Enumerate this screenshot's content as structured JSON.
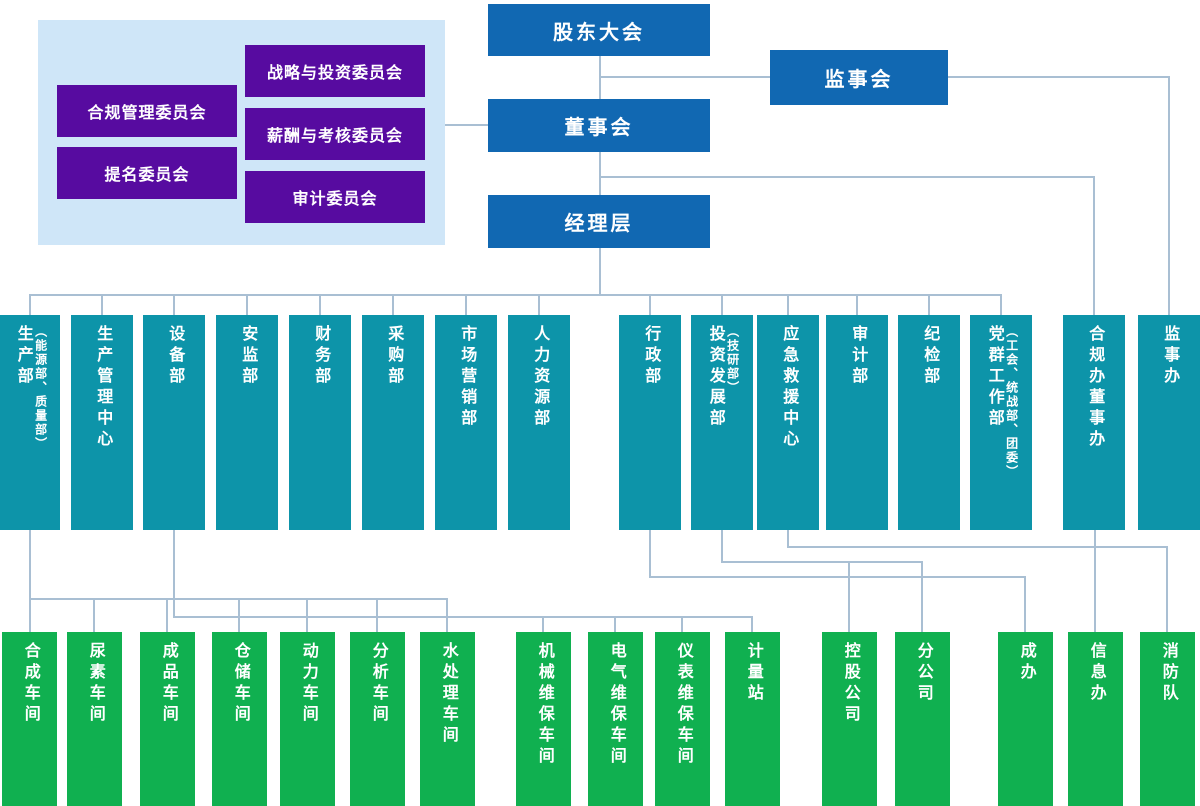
{
  "org": {
    "colors": {
      "blue": "#1168b2",
      "purple": "#570ba0",
      "panel": "#cfe6f8",
      "teal": "#0d94a9",
      "green": "#10b050",
      "line": "#a9bfd3"
    },
    "top": {
      "shareholders": "股东大会",
      "supervisory_board": "监事会",
      "board": "董事会",
      "management": "经理层"
    },
    "committees": [
      {
        "label": "战略与投资委员会"
      },
      {
        "label": "合规管理委员会"
      },
      {
        "label": "薪酬与考核委员会"
      },
      {
        "label": "提名委员会"
      },
      {
        "label": "审计委员会"
      }
    ],
    "departments": [
      {
        "label": "生产部",
        "sub": "（能源部、质量部）"
      },
      {
        "label": "生产管理中心"
      },
      {
        "label": "设备部"
      },
      {
        "label": "安监部"
      },
      {
        "label": "财务部"
      },
      {
        "label": "采购部"
      },
      {
        "label": "市场营销部"
      },
      {
        "label": "人力资源部"
      },
      {
        "label": "行政部"
      },
      {
        "label": "投资发展部",
        "sub": "（技研部）"
      },
      {
        "label": "应急救援中心"
      },
      {
        "label": "审计部"
      },
      {
        "label": "纪检部"
      },
      {
        "label": "党群工作部",
        "sub": "（工会、统战部、团委）"
      },
      {
        "label": "合规办董事办"
      },
      {
        "label": "监事办"
      }
    ],
    "units": [
      {
        "label": "合成车间"
      },
      {
        "label": "尿素车间"
      },
      {
        "label": "成品车间"
      },
      {
        "label": "仓储车间"
      },
      {
        "label": "动力车间"
      },
      {
        "label": "分析车间"
      },
      {
        "label": "水处理车间"
      },
      {
        "label": "机械维保车间"
      },
      {
        "label": "电气维保车间"
      },
      {
        "label": "仪表维保车间"
      },
      {
        "label": "计量站"
      },
      {
        "label": "控股公司"
      },
      {
        "label": "分公司"
      },
      {
        "label": "成办"
      },
      {
        "label": "信息办"
      },
      {
        "label": "消防队"
      }
    ]
  }
}
